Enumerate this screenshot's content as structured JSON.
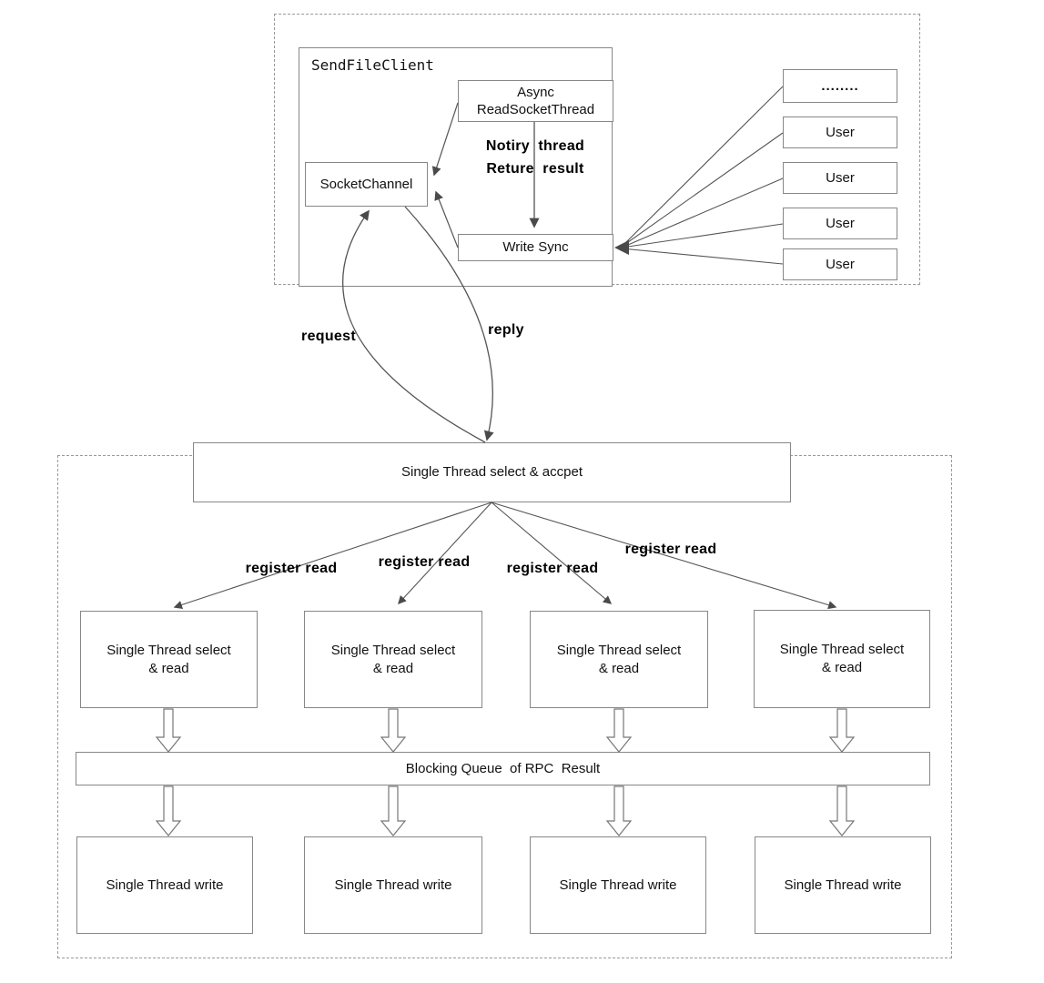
{
  "colors": {
    "line": "#555555",
    "box_border": "#878787",
    "dashed_border": "#999999",
    "text": "#111111"
  },
  "client_section": {
    "title": "SendFileClient",
    "async_read_thread": {
      "line1": "Async",
      "line2": "ReadSocketThread"
    },
    "socket_channel": "SocketChannel",
    "write_sync": "Write Sync",
    "notify_note": {
      "line1": "Notiry  thread",
      "line2": "Reture  result"
    },
    "user_boxes": [
      "........",
      "User",
      "User",
      "User",
      "User"
    ]
  },
  "connection": {
    "request": "request",
    "reply": "reply"
  },
  "server_section": {
    "acceptor": "Single Thread select & accpet",
    "register_read_labels": [
      "register read",
      "register read",
      "register read",
      "register read"
    ],
    "read_boxes": [
      {
        "line1": "Single Thread select",
        "line2": "& read"
      },
      {
        "line1": "Single Thread select",
        "line2": "& read"
      },
      {
        "line1": "Single Thread select",
        "line2": "& read"
      },
      {
        "line1": "Single Thread select",
        "line2": "& read"
      }
    ],
    "queue": "Blocking Queue  of RPC  Result",
    "write_boxes": [
      "Single Thread write",
      "Single Thread write",
      "Single Thread write",
      "Single Thread write"
    ]
  }
}
